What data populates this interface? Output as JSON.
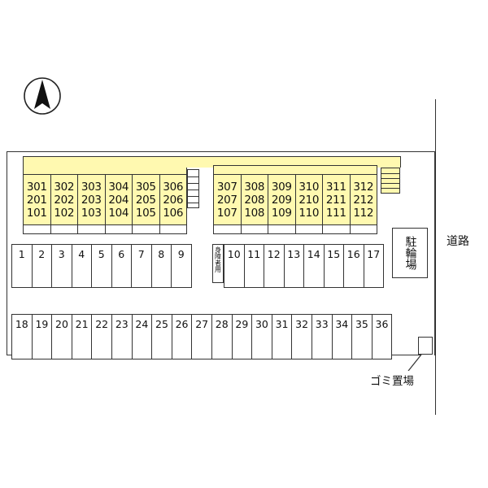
{
  "compass": {
    "icon": "north-arrow-icon"
  },
  "building_west": {
    "units": [
      [
        "301",
        "201",
        "101"
      ],
      [
        "302",
        "202",
        "102"
      ],
      [
        "303",
        "203",
        "103"
      ],
      [
        "304",
        "204",
        "104"
      ],
      [
        "305",
        "205",
        "105"
      ],
      [
        "306",
        "206",
        "106"
      ]
    ]
  },
  "building_east": {
    "units": [
      [
        "307",
        "207",
        "107"
      ],
      [
        "308",
        "208",
        "108"
      ],
      [
        "309",
        "209",
        "109"
      ],
      [
        "310",
        "210",
        "110"
      ],
      [
        "311",
        "211",
        "111"
      ],
      [
        "312",
        "212",
        "112"
      ]
    ]
  },
  "parking_row_top_west": [
    "1",
    "2",
    "3",
    "4",
    "5",
    "6",
    "7",
    "8",
    "9"
  ],
  "handicap_label": "身障者用",
  "parking_row_top_east": [
    "10",
    "11",
    "12",
    "13",
    "14",
    "15",
    "16",
    "17"
  ],
  "parking_row_bottom": [
    "18",
    "19",
    "20",
    "21",
    "22",
    "23",
    "24",
    "25",
    "26",
    "27",
    "28",
    "29",
    "30",
    "31",
    "32",
    "33",
    "34",
    "35",
    "36"
  ],
  "bicycle_parking": "駐輪場",
  "road": "道路",
  "trash_area": "ゴミ置場",
  "colors": {
    "building_fill": "#fff9b0",
    "line": "#333333"
  }
}
